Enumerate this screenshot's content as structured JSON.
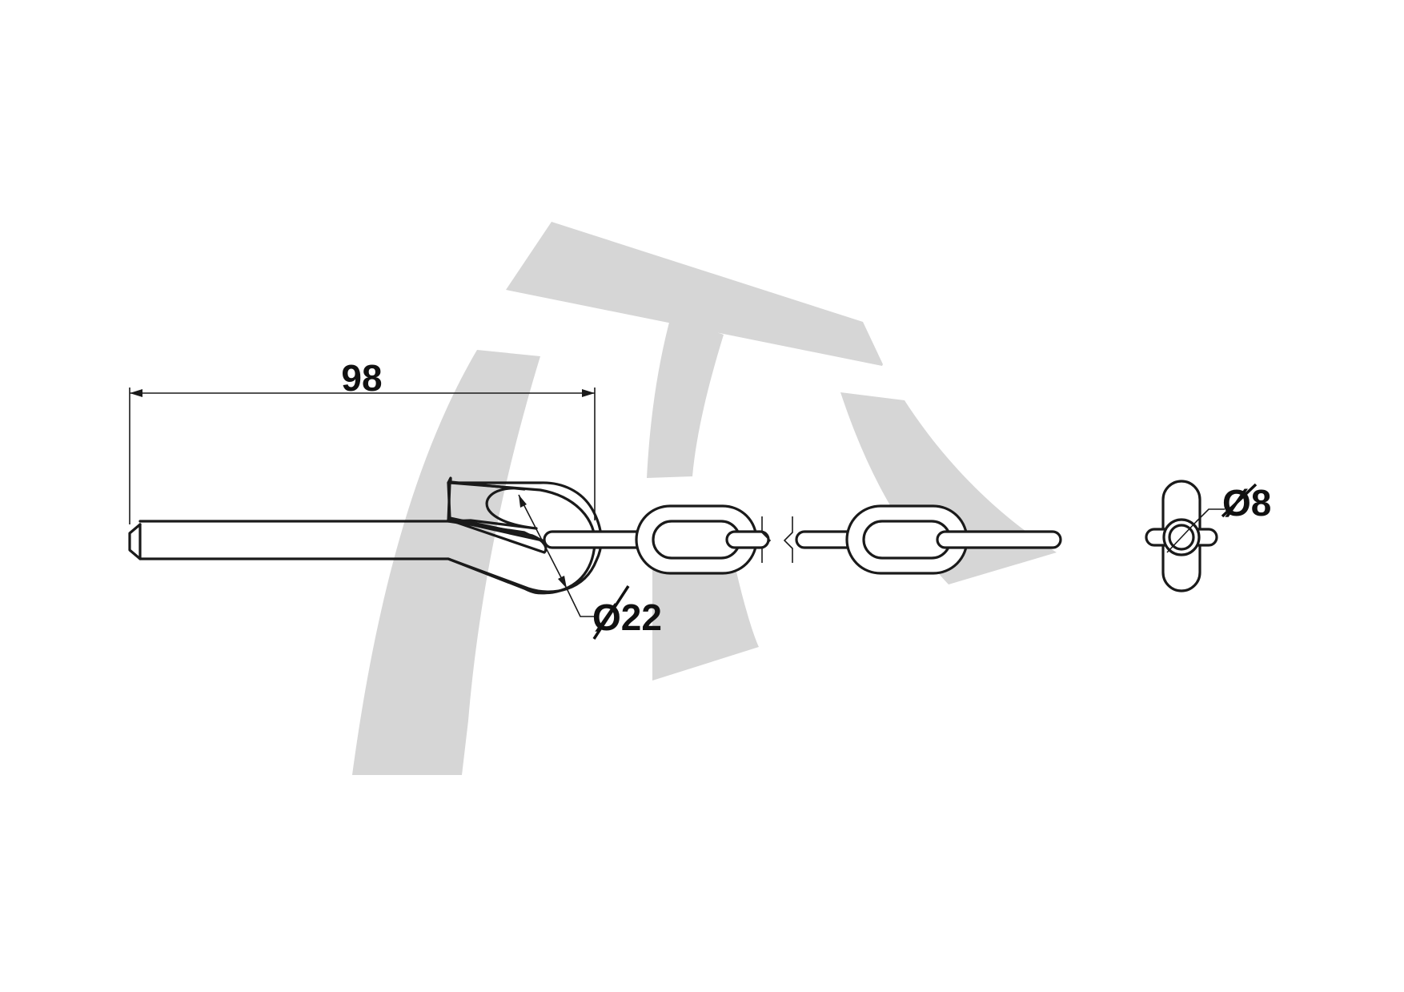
{
  "drawing": {
    "dimensions": {
      "pin_length": "98",
      "ring_diameter": "Ø22",
      "wire_diameter": "Ø8"
    },
    "colors": {
      "line": "#1a1a1a",
      "watermark": "#d6d6d6",
      "background": "#ffffff"
    }
  }
}
